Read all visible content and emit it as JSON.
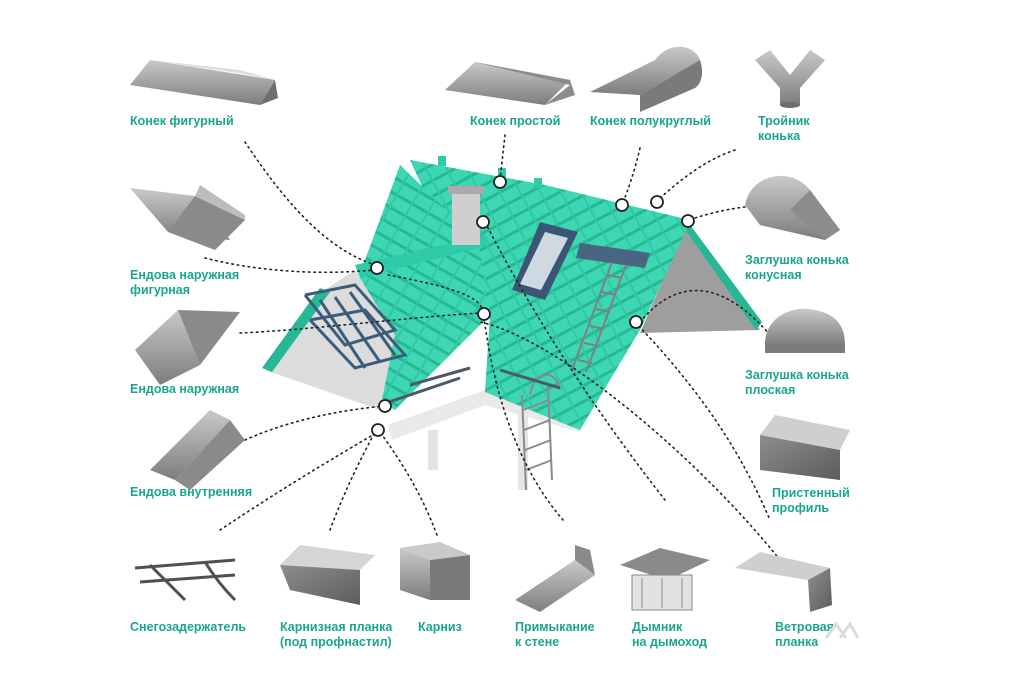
{
  "labels": {
    "konek_figurnyi": [
      "Конек фигурный"
    ],
    "konek_prostoi": [
      "Конек простой"
    ],
    "konek_polukruglyi": [
      "Конек полукруглый"
    ],
    "troinik_konka": [
      "Тройник",
      "конька"
    ],
    "endova_naruzhnaya_figurnaya": [
      "Ендова наружная",
      "фигурная"
    ],
    "zaglushka_konka_konusnaya": [
      "Заглушка конька",
      "конусная"
    ],
    "endova_naruzhnaya": [
      "Ендова наружная"
    ],
    "zaglushka_konka_ploskaya": [
      "Заглушка конька",
      "плоская"
    ],
    "endova_vnutrennyaya": [
      "Ендова внутренняя"
    ],
    "pristennyi_profil": [
      "Пристенный",
      "профиль"
    ],
    "snegozaderzhatel": [
      "Снегозадержатель"
    ],
    "karniznaya_planka": [
      "Карнизная планка",
      "(под профнастил)"
    ],
    "karniz": [
      "Карниз"
    ],
    "primykanie_k_stene": [
      "Примыкание",
      "к стене"
    ],
    "dymnik_na_dymokhod": [
      "Дымник",
      "на дымоход"
    ],
    "vetrovaya_planka": [
      "Ветровая",
      "планка"
    ]
  },
  "colors": {
    "label": "#1aa68c",
    "roof": "#3ed7b4",
    "roof_dark": "#27b794",
    "metal": "#9a9a9a",
    "dots": "#222222"
  }
}
